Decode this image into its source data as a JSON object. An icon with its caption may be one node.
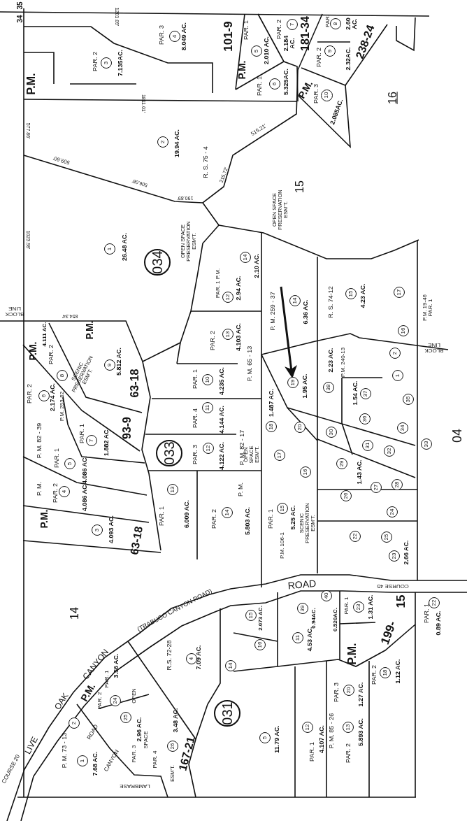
{
  "diagram": {
    "nodes": [
      {
        "text": [
          "4"
        ]
      },
      {
        "text": [
          "3"
        ]
      },
      {
        "text": [
          "2"
        ]
      },
      {
        "text": [
          "1"
        ]
      },
      {
        "text": [
          "034"
        ]
      },
      {
        "text": [
          "5"
        ]
      },
      {
        "text": [
          "7"
        ]
      },
      {
        "text": [
          "8"
        ]
      },
      {
        "text": [
          "6"
        ]
      },
      {
        "text": [
          "9"
        ]
      },
      {
        "text": [
          "10"
        ]
      },
      {
        "text": [
          "9"
        ]
      },
      {
        "text": [
          "8"
        ]
      },
      {
        "text": [
          "6"
        ]
      },
      {
        "text": [
          "7"
        ]
      },
      {
        "text": [
          "5"
        ]
      },
      {
        "text": [
          "4"
        ]
      },
      {
        "text": [
          "3"
        ]
      },
      {
        "text": [
          "033"
        ]
      },
      {
        "text": [
          "13"
        ]
      },
      {
        "text": [
          "12"
        ]
      },
      {
        "text": [
          "14"
        ]
      },
      {
        "text": [
          "10"
        ]
      },
      {
        "text": [
          "11"
        ]
      },
      {
        "text": [
          "12"
        ]
      },
      {
        "text": [
          "13"
        ]
      },
      {
        "text": [
          "14"
        ]
      },
      {
        "text": [
          "14"
        ]
      },
      {
        "text": [
          "15"
        ]
      },
      {
        "text": [
          "17"
        ]
      },
      {
        "text": [
          "16"
        ]
      },
      {
        "text": [
          "2"
        ]
      },
      {
        "text": [
          "1"
        ]
      },
      {
        "text": [
          "19"
        ]
      },
      {
        "text": [
          "38"
        ]
      },
      {
        "text": [
          "37"
        ]
      },
      {
        "text": [
          "35"
        ]
      },
      {
        "text": [
          "18"
        ]
      },
      {
        "text": [
          "20"
        ]
      },
      {
        "text": [
          "36"
        ]
      },
      {
        "text": [
          "34"
        ]
      },
      {
        "text": [
          "30"
        ]
      },
      {
        "text": [
          "31"
        ]
      },
      {
        "text": [
          "32"
        ]
      },
      {
        "text": [
          "33"
        ]
      },
      {
        "text": [
          "17"
        ]
      },
      {
        "text": [
          "16"
        ]
      },
      {
        "text": [
          "29"
        ]
      },
      {
        "text": [
          "15"
        ]
      },
      {
        "text": [
          "28"
        ]
      },
      {
        "text": [
          "27"
        ]
      },
      {
        "text": [
          "26"
        ]
      },
      {
        "text": [
          "24"
        ]
      },
      {
        "text": [
          "22"
        ]
      },
      {
        "text": [
          "25"
        ]
      },
      {
        "text": [
          "23"
        ]
      },
      {
        "text": [
          "2"
        ]
      },
      {
        "text": [
          "24"
        ]
      },
      {
        "text": [
          "25"
        ]
      },
      {
        "text": [
          "1"
        ]
      },
      {
        "text": [
          "26"
        ]
      },
      {
        "text": [
          "4"
        ]
      },
      {
        "text": [
          "14"
        ]
      },
      {
        "text": [
          "031"
        ]
      },
      {
        "text": [
          "15"
        ]
      },
      {
        "text": [
          "16"
        ]
      },
      {
        "text": [
          "39"
        ]
      },
      {
        "text": [
          "40"
        ]
      },
      {
        "text": [
          "11"
        ]
      },
      {
        "text": [
          "23"
        ]
      },
      {
        "text": [
          "22"
        ]
      },
      {
        "text": [
          "18"
        ]
      },
      {
        "text": [
          "20"
        ]
      },
      {
        "text": [
          "12"
        ]
      },
      {
        "text": [
          "13"
        ]
      },
      {
        "text": [
          "5"
        ]
      }
    ],
    "edges": [
      {
        "from": null,
        "to": 33,
        "arrow": "to"
      }
    ],
    "labels": [
      "35",
      "34",
      "1201.09'",
      "PAR. 2",
      "7.135AC.",
      "PAR. 3",
      "8.049 AC.",
      "101-9",
      "P.M.",
      "1811.01'",
      "577.86'",
      "19.94 AC.",
      "R. S. 75 - 4",
      "509.60'",
      "506.08'",
      "190.89'",
      "215.72'",
      "1023.98'",
      "26.48 AC.",
      "OPEN SPACE PRESERVATION ESM'T.",
      "P.M.",
      "PAR. 1",
      "2.010 AC.",
      "PAR. 2",
      "2.184 AC.",
      "181-34",
      "PAR. 1",
      "5.325AC.",
      "PAR.",
      "2.60 AC.",
      "238-24",
      "PAR. 2",
      "2.32AC.",
      "P.M.",
      "PAR. 3",
      "2.085AC.",
      "515.21'",
      "16",
      "15",
      "OPEN SPACE PRESERVATION ESM'T.",
      "BLOCK LINE",
      "854.34'",
      "4.111 AC.",
      "P.M.",
      "PAR. 2",
      "P.M.",
      "5.812 AC.",
      "SCENIC PRESERVATION ESM'T.",
      "63-18",
      "PAR. 2",
      "2.174 AC.",
      "P.M. 253-52",
      "P. M. 82 - 39",
      "PAR. 1",
      "1.882 AC.",
      "93-9",
      "PAR. 1",
      "4.086 AC.",
      "P. M.",
      "PAR. 2",
      "4.086 AC.",
      "P.M.",
      "4.093 AC.",
      "63-18",
      "PAR. 1 P.M.",
      "2.94 AC.",
      "2.10 AC.",
      "PAR. 2",
      "4.103 AC.",
      "P. M. 65 - 13",
      "PAR. 1",
      "4.235 AC.",
      "PAR. 4",
      "4.144 AC.",
      "PAR. 3",
      "4.122 AC.",
      "P. M. 82 - 17",
      "PAR. 1",
      "6.009 AC.",
      "PAR. 2",
      "P. M.",
      "5.803 AC.",
      "P. M. 259 - 37",
      "6.36 AC.",
      "R. S. 74-12",
      "4.23 AC.",
      "P.M. 19-46 PAR. 1",
      "BLOCK LINE",
      "2.23 AC.",
      "P.M. 240-13",
      "1.487 AC.",
      "1.95 AC.",
      "1.54 AC.",
      "OPEN SPACE ESM'T.",
      "04",
      "1.43 AC.",
      "PAR. 1",
      "5.25 AC.",
      "SCENIC PRESERVATION ESM'T.",
      "P.M. 106-1",
      "2.66 AC.",
      "14",
      "(TRABUCO CANYON ROAD)",
      "CANYON",
      "OAK",
      "LIVE",
      "COURSE 20",
      "ROAD",
      "COURSE 45",
      "R.S. 72-28",
      "7.09 AC.",
      "P.M.",
      "PAR. 1",
      "3.56 AC.",
      "PAR. 2",
      "OPEN",
      "2.96 AC.",
      "SPACE",
      "PAR. 3",
      "3.48 AC.",
      "PAR. 4",
      "ESM'T.",
      "167-21",
      "ROAD",
      "CANYON",
      "LAMBRASE",
      "P. M. 73 - 13",
      "7.68 AC.",
      "2.073 AC.",
      "0.94AC.",
      "0.520AC.",
      "4.53 AC.",
      "PAR. 1",
      "1.31 AC.",
      "15",
      "199-",
      "P.M.",
      "PAR. 1",
      "0.89 AC.",
      "PAR. 2",
      "1.12 AC.",
      "PAR. 3",
      "1.27 AC.",
      "11.79 AC.",
      "PAR. 1",
      "4.107 AC.",
      "P. M. 85 - 26",
      "PAR. 2",
      "5.893 AC."
    ]
  }
}
